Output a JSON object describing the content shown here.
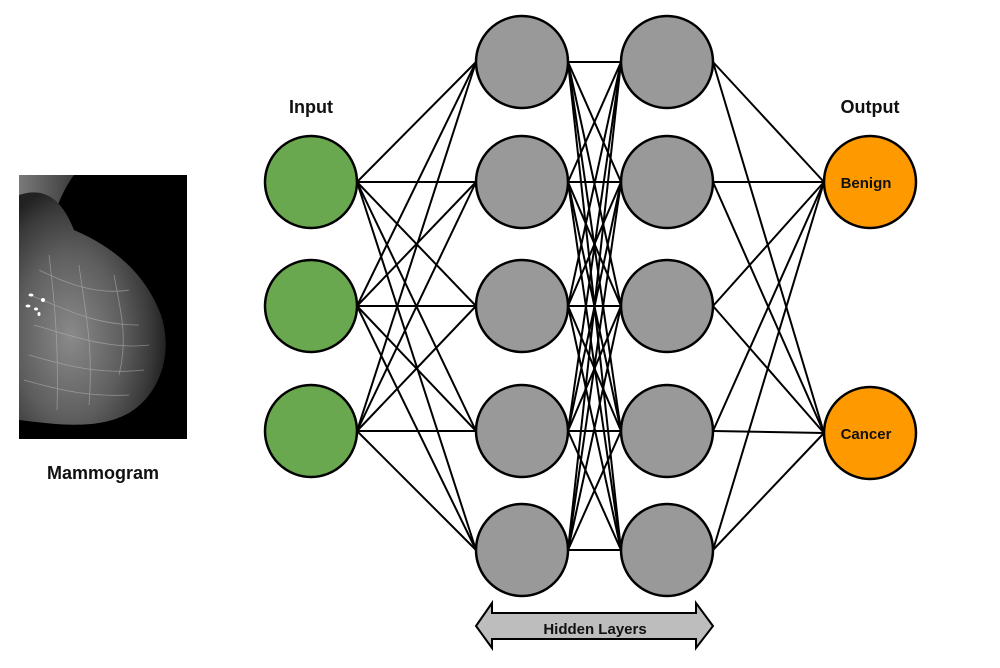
{
  "mammogram": {
    "caption": "Mammogram",
    "image_description": "grayscale breast mammogram (mediolateral view) with small white markers"
  },
  "network": {
    "input_label": "Input",
    "output_label": "Output",
    "hidden_label": "Hidden Layers",
    "layers": [
      {
        "name": "input",
        "nodes": 3,
        "color": "#6aa84f"
      },
      {
        "name": "hidden-1",
        "nodes": 5,
        "color": "#999999"
      },
      {
        "name": "hidden-2",
        "nodes": 5,
        "color": "#999999"
      },
      {
        "name": "output",
        "nodes": 2,
        "color": "#ff9900"
      }
    ],
    "output_nodes": [
      {
        "label": "Benign"
      },
      {
        "label": "Cancer"
      }
    ],
    "connectivity": "fully-connected",
    "edge_color": "#000000",
    "arrow_color": "#bdbdbd"
  }
}
